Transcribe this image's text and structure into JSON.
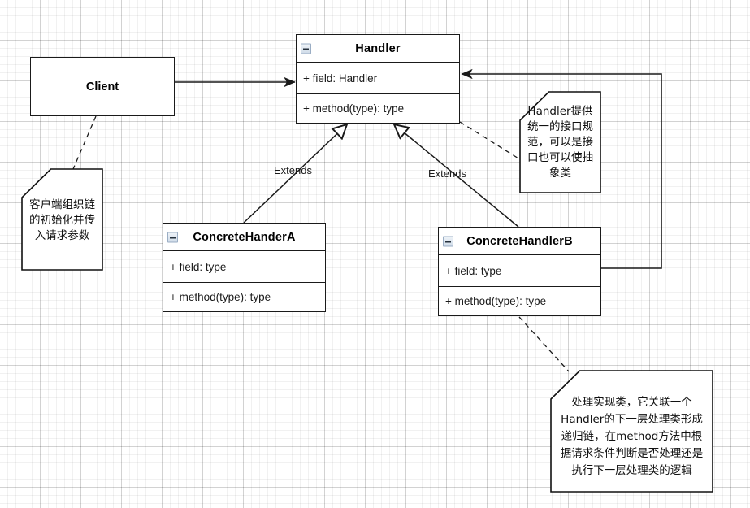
{
  "diagram": {
    "title": "Chain of Responsibility UML class diagram",
    "background": "#ffffff",
    "grid_minor_color": "#eeeeee",
    "grid_major_color": "#dddddd",
    "line_color": "#1a1a1a"
  },
  "classes": {
    "handler": {
      "name": "Handler",
      "collapse_icon": "collapse-minus-icon",
      "attributes": [
        "+ field: Handler"
      ],
      "methods": [
        "+ method(type): type"
      ]
    },
    "concrete_a": {
      "name": "ConcreteHanderA",
      "collapse_icon": "collapse-minus-icon",
      "attributes": [
        "+ field: type"
      ],
      "methods": [
        "+ method(type): type"
      ]
    },
    "concrete_b": {
      "name": "ConcreteHandlerB",
      "collapse_icon": "collapse-minus-icon",
      "attributes": [
        "+ field: type"
      ],
      "methods": [
        "+ method(type): type"
      ]
    }
  },
  "boxes": {
    "client": {
      "name": "Client"
    }
  },
  "edges": {
    "extends_a_label": "Extends",
    "extends_b_label": "Extends"
  },
  "notes": {
    "client_note": {
      "text": "客户端组织链\n的初始化并传\n入请求参数"
    },
    "handler_note": {
      "text": "Handler提供\n统一的接口规\n范，可以是接\n口也可以使抽\n象类"
    },
    "concrete_note": {
      "text": "处理实现类，它关联一个\nHandler的下一层处理类形成\n递归链，在method方法中根\n据请求条件判断是否处理还是\n执行下一层处理类的逻辑"
    }
  }
}
